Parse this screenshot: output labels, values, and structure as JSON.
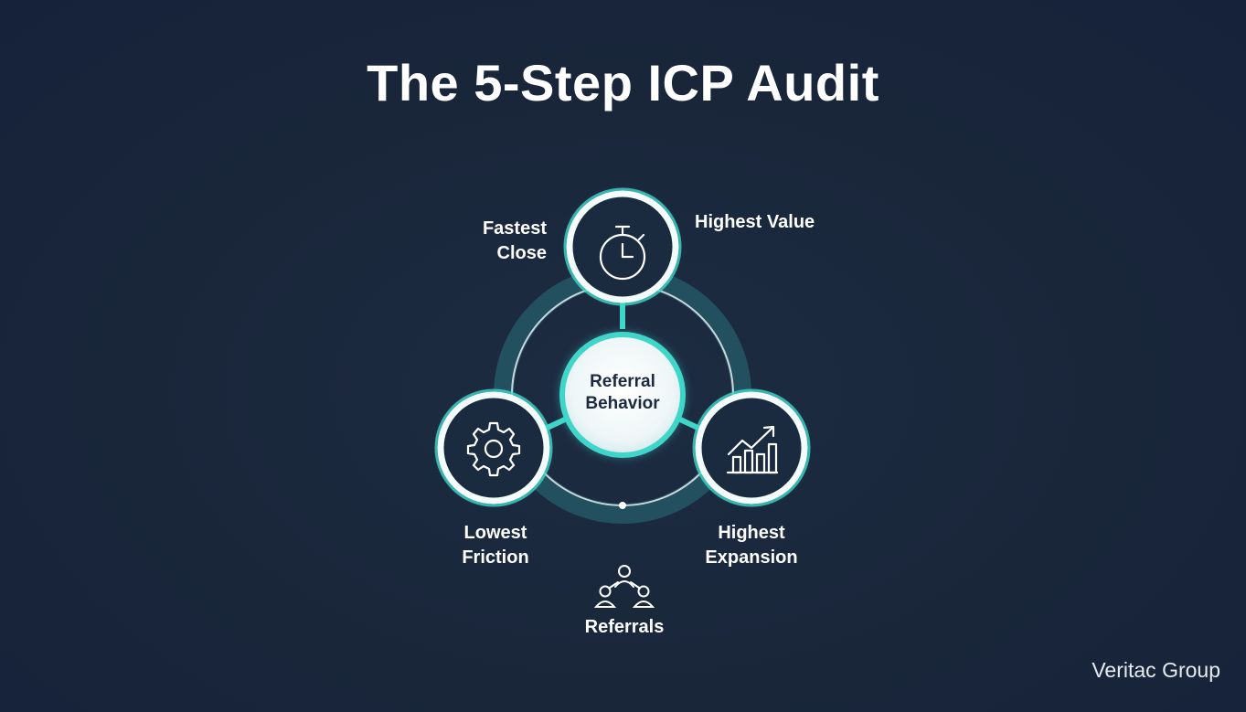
{
  "title": "The 5-Step ICP Audit",
  "hub": {
    "line1": "Referral",
    "line2": "Behavior"
  },
  "nodes": [
    {
      "id": "fastest-close",
      "icon": "stopwatch-icon",
      "lines": [
        "Fastest",
        "Close"
      ]
    },
    {
      "id": "highest-value",
      "lines": [
        "Highest Value"
      ]
    },
    {
      "id": "lowest-friction",
      "icon": "gear-icon",
      "lines": [
        "Lowest",
        "Friction"
      ]
    },
    {
      "id": "highest-expansion",
      "icon": "growth-chart-icon",
      "lines": [
        "Highest",
        "Expansion"
      ]
    },
    {
      "id": "referrals",
      "icon": "network-people-icon",
      "lines": [
        "Referrals"
      ]
    }
  ],
  "brand": "Veritac Group",
  "colors": {
    "background": "#19263a",
    "accent": "#3fd6c9",
    "ring": "#ffffff",
    "text": "#ffffff"
  }
}
